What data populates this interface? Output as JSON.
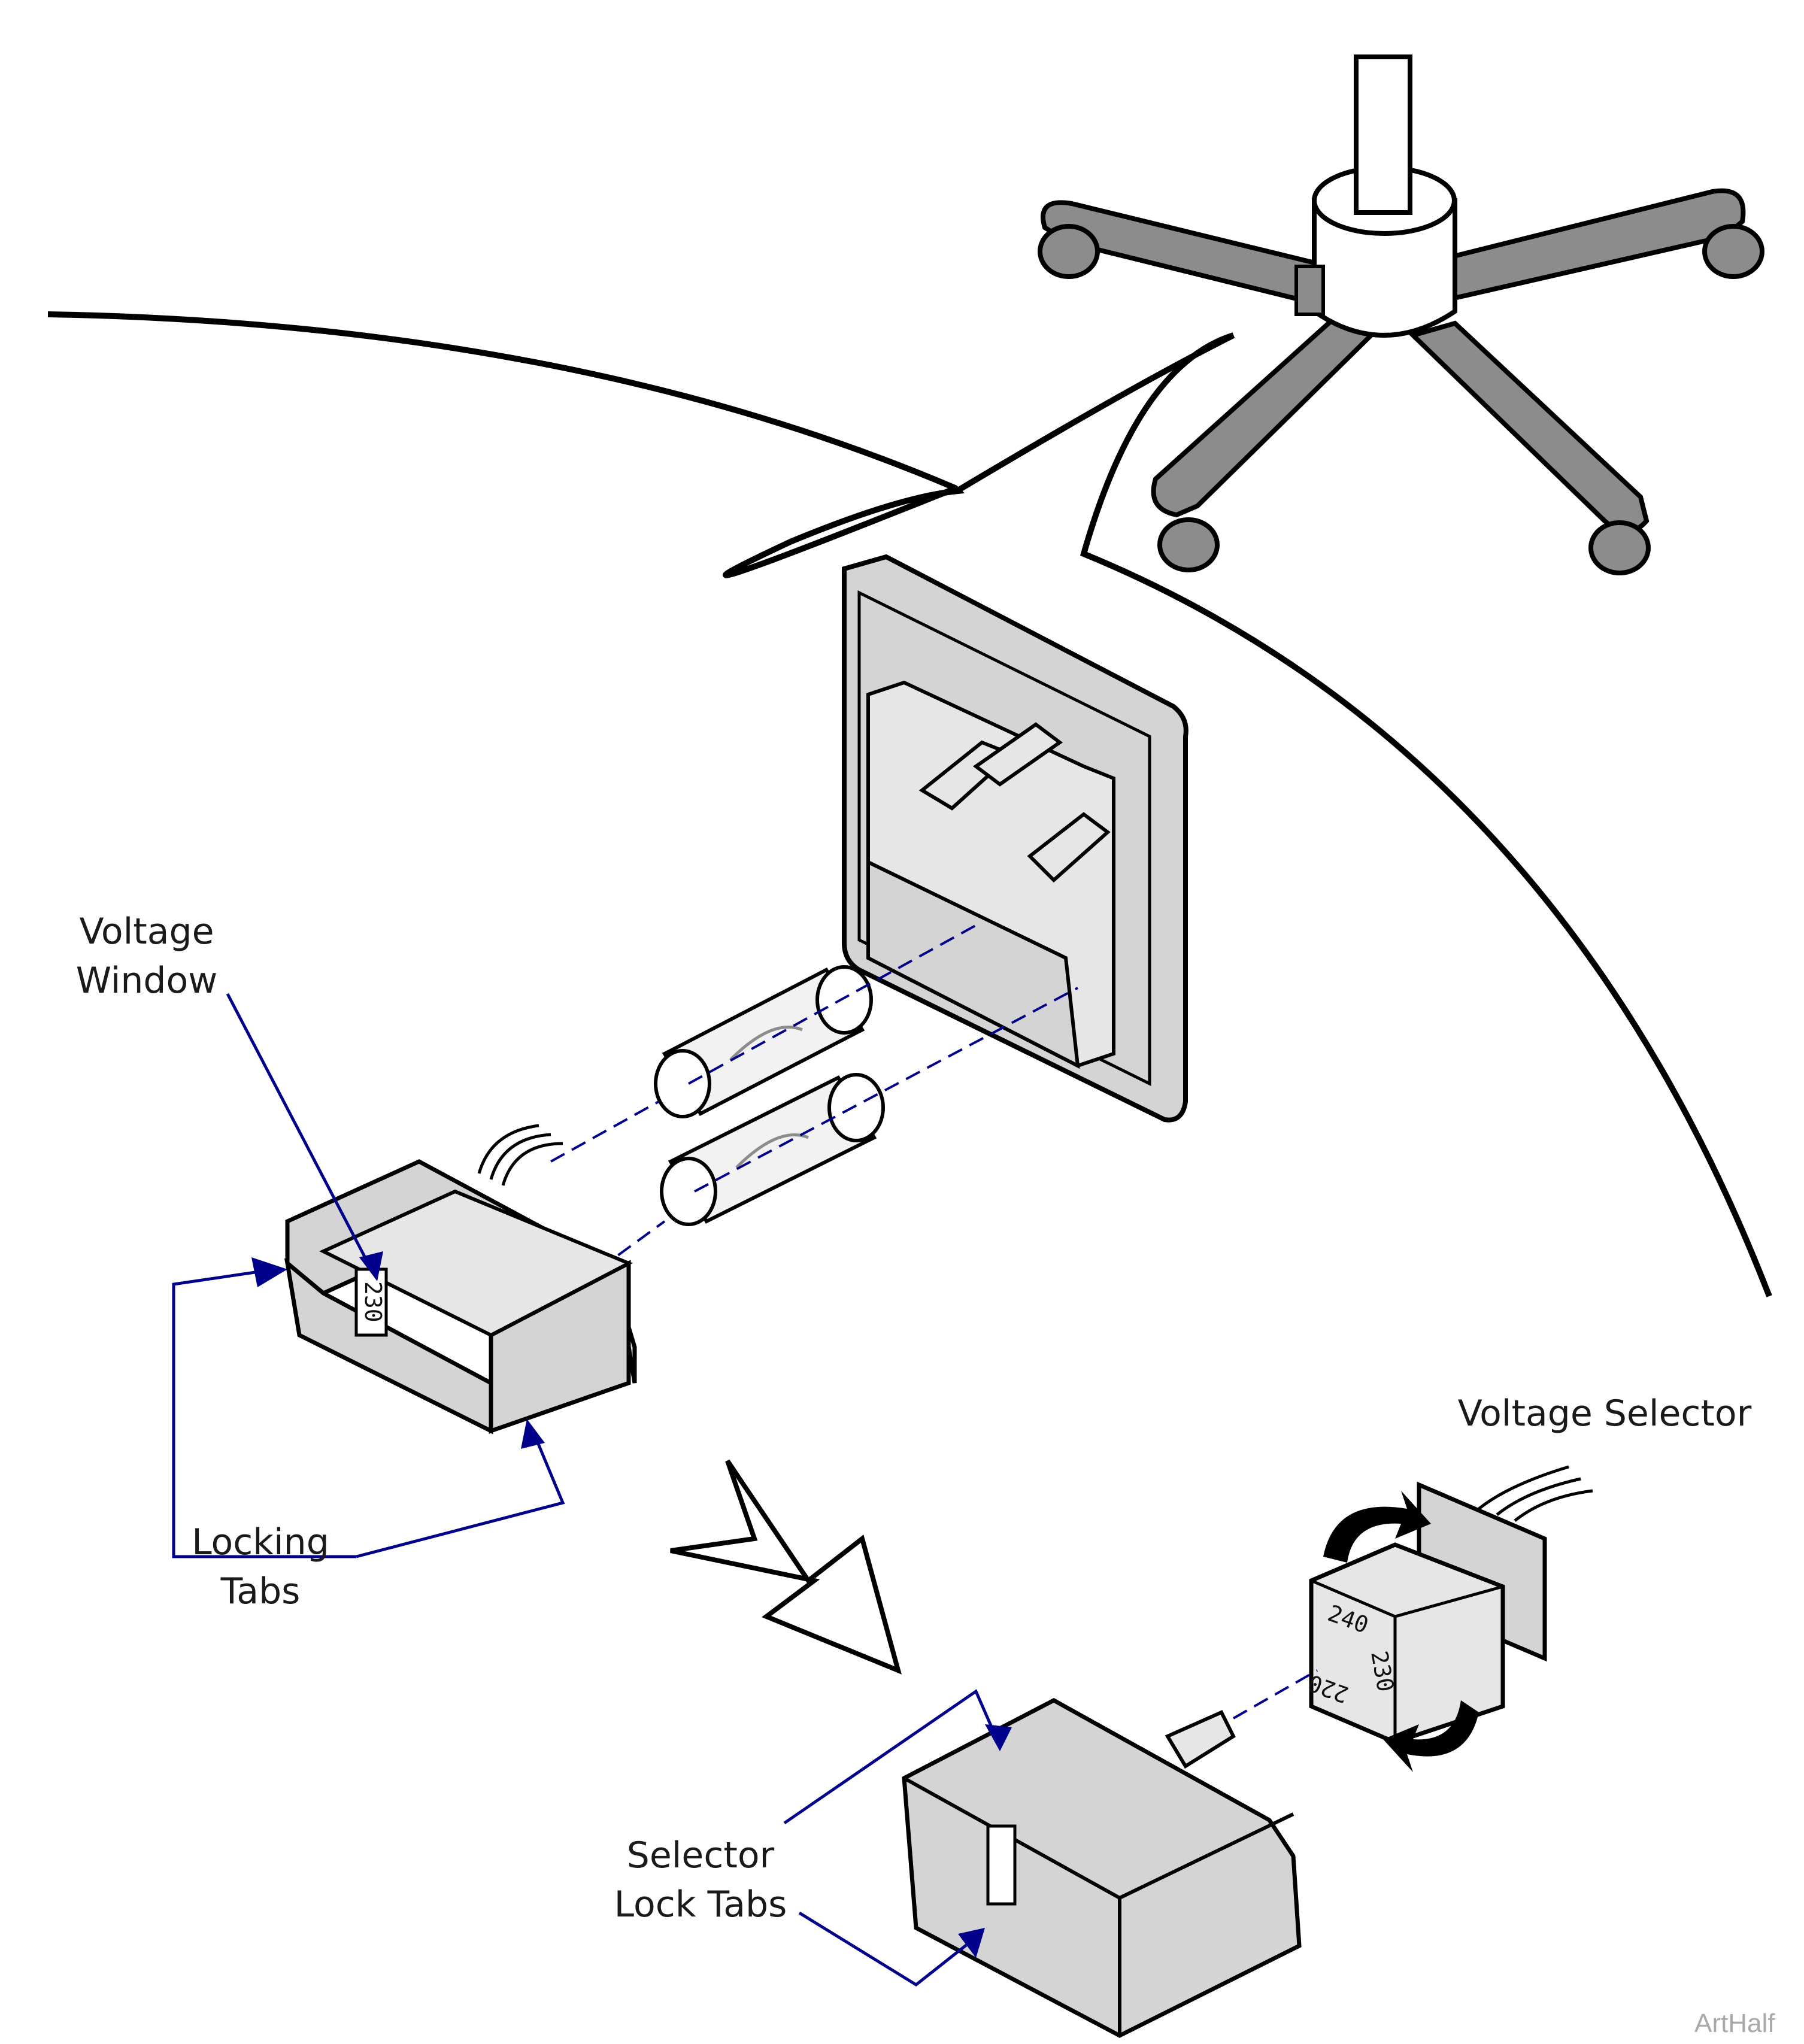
{
  "labels": {
    "voltage_window": [
      "Voltage",
      "Window"
    ],
    "locking_tabs": [
      "Locking",
      "Tabs"
    ],
    "voltage_selector": "Voltage Selector",
    "selector_lock_tabs": [
      "Selector",
      "Lock Tabs"
    ]
  },
  "fuse_holder_window_value": "230",
  "selector_cube_values": [
    "240",
    "230",
    "220"
  ],
  "credit": "ArtHalf",
  "colors": {
    "part_fill": "#d4d4d4",
    "part_dark": "#8c8c8c",
    "outline": "#000000",
    "leader": "#00008b",
    "callout_text": "#1a1a1a",
    "credit_text": "#a9a9a9"
  }
}
